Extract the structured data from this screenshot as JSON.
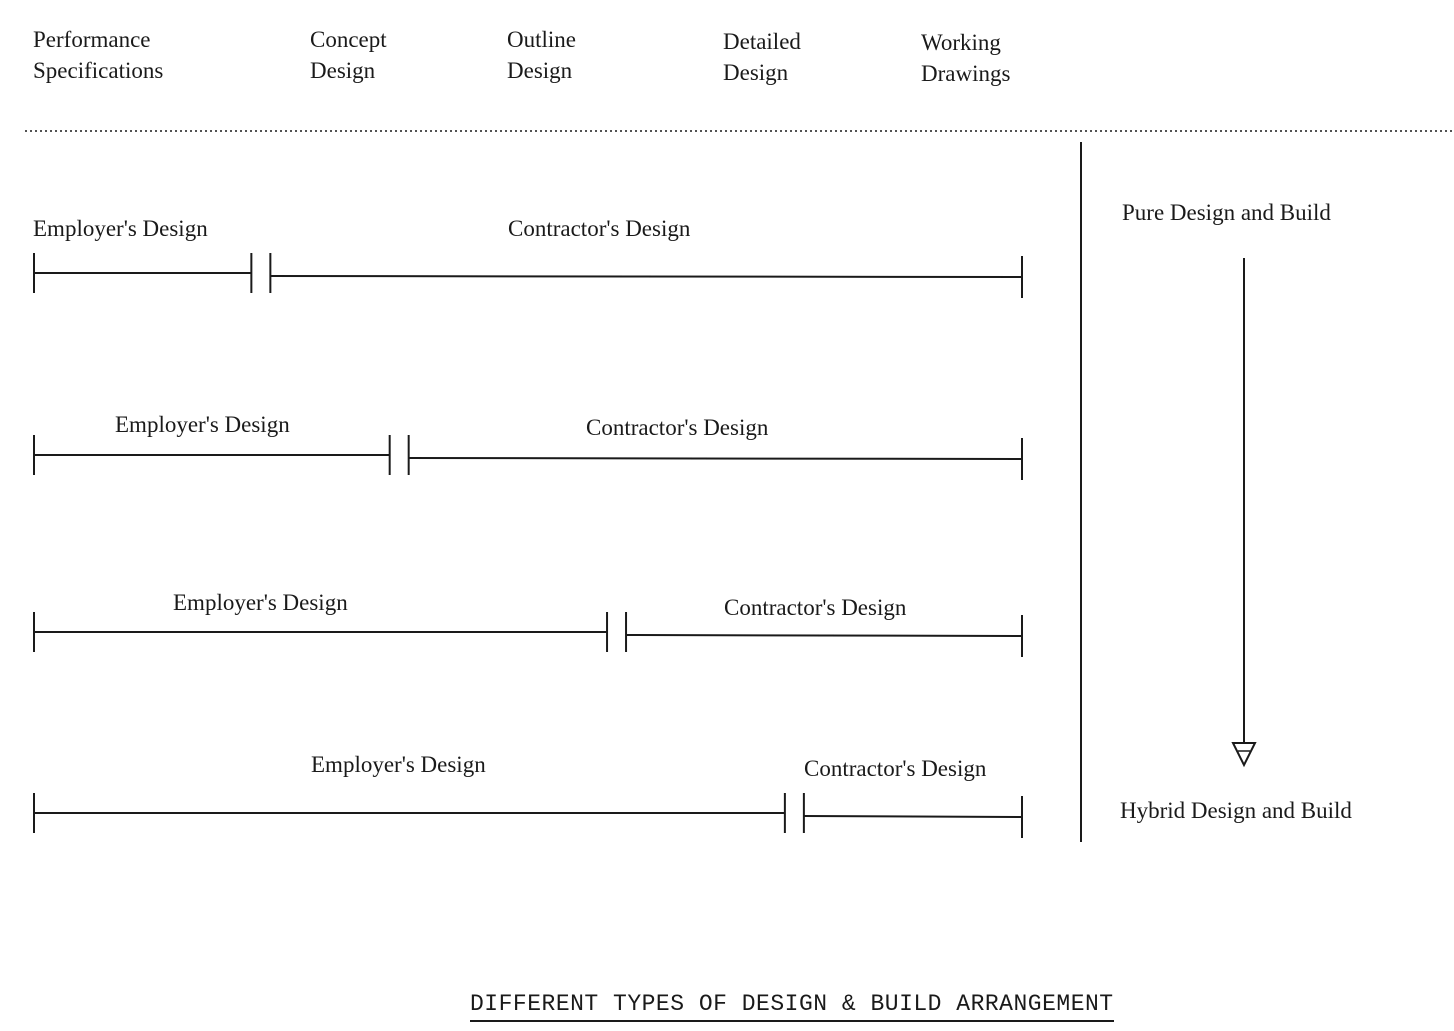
{
  "stages": [
    {
      "label": "Performance\nSpecifications"
    },
    {
      "label": "Concept\nDesign"
    },
    {
      "label": "Outline\nDesign"
    },
    {
      "label": "Detailed\nDesign"
    },
    {
      "label": "Working\nDrawings"
    }
  ],
  "arrangements": [
    {
      "employer_label": "Employer's Design",
      "contractor_label": "Contractor's Design",
      "employer_share": 0.22
    },
    {
      "employer_label": "Employer's Design",
      "contractor_label": "Contractor's Design",
      "employer_share": 0.36
    },
    {
      "employer_label": "Employer's Design",
      "contractor_label": "Contractor's Design",
      "employer_share": 0.58
    },
    {
      "employer_label": "Employer's Design",
      "contractor_label": "Contractor's Design",
      "employer_share": 0.76
    }
  ],
  "spectrum": {
    "top_label": "Pure Design and Build",
    "bottom_label": "Hybrid Design and Build"
  },
  "caption": "DIFFERENT TYPES OF DESIGN & BUILD ARRANGEMENT",
  "colors": {
    "ink": "#1a1a1a",
    "background": "#ffffff"
  }
}
